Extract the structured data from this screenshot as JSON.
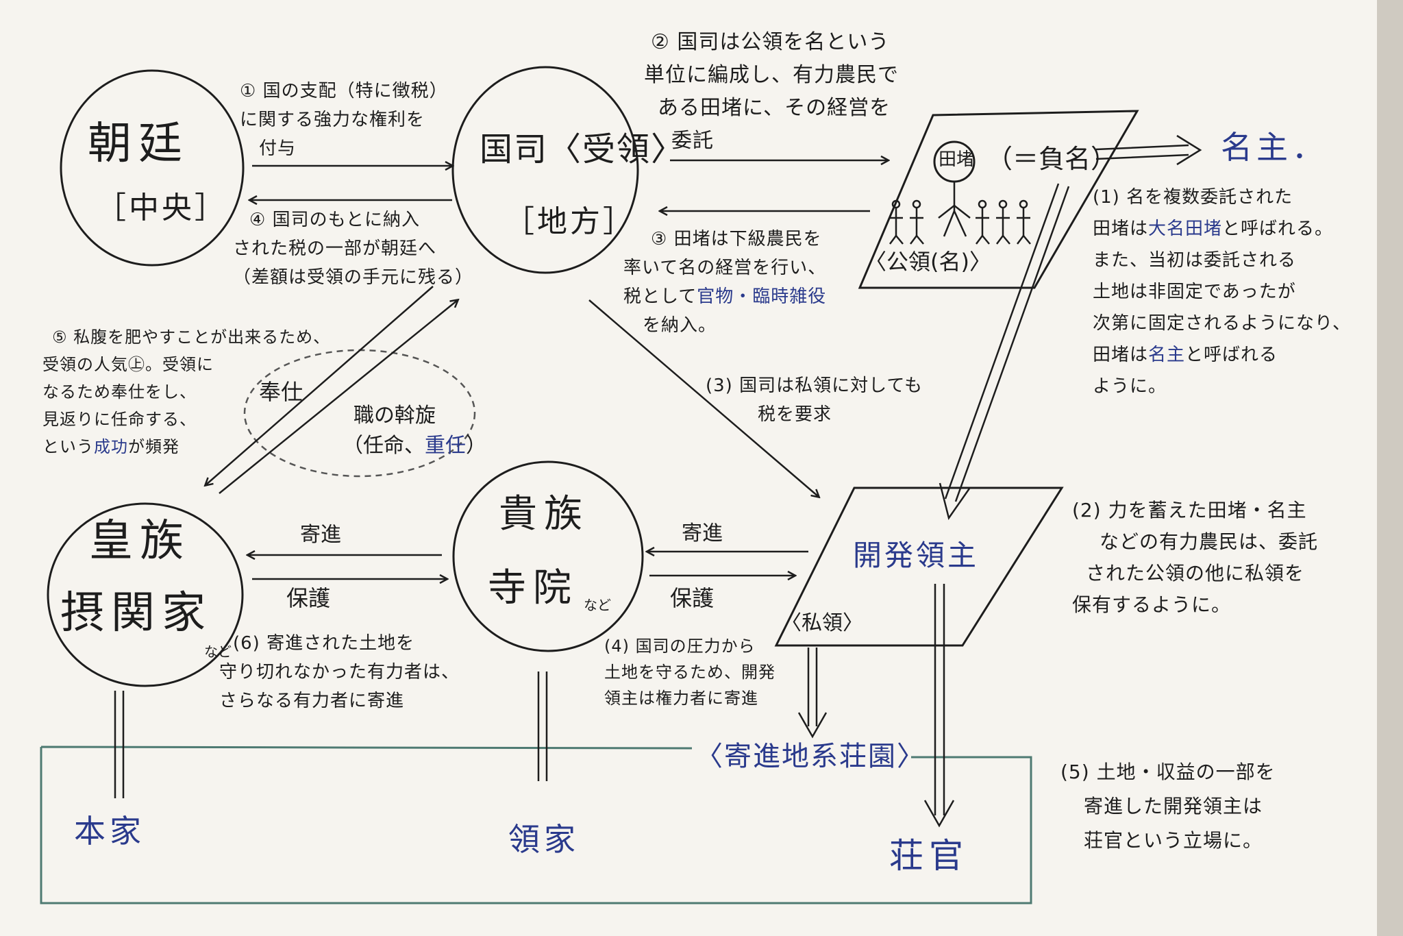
{
  "colors": {
    "ink": "#1d1d1d",
    "blue_ink": "#2a3a8c",
    "box_border": "#4e7a72",
    "paper": "#f6f4ef"
  },
  "nodes": {
    "chotei": {
      "name": "朝廷",
      "sub": "［中央］"
    },
    "kokushi": {
      "name": "国司〈受領〉",
      "sub": "［地方］"
    },
    "tato": {
      "circle": "田堵",
      "label": "（＝負名）",
      "area": "〈公領(名)〉"
    },
    "myoshu": "名主．",
    "koozoku": {
      "line1": "皇族",
      "line2": "摂関家",
      "suffix": "など"
    },
    "kizoku": {
      "line1": "貴族",
      "line2": "寺院",
      "suffix": "など"
    },
    "kaihatsu": {
      "name": "開発領主",
      "area": "〈私領〉"
    },
    "honke": "本家",
    "ryoke": "領家",
    "shokan": "荘官",
    "shoen": "〈寄進地系荘園〉"
  },
  "arrows": {
    "a1": [
      "① 国の支配（特に徴税）",
      "に関する強力な権利を",
      "付与"
    ],
    "a2": [
      "② 国司は公領を名という",
      "単位に編成し、有力農民で",
      "ある田堵に、その経営を",
      "委託"
    ],
    "a3": [
      "③ 田堵は下級農民を",
      "率いて名の経営を行い、",
      "税として官物・臨時雑役",
      "を納入。"
    ],
    "a3_blue": "官物・臨時雑役",
    "a4": [
      "④ 国司のもとに納入",
      "された税の一部が朝廷へ",
      "（差額は受領の手元に残る）"
    ],
    "a5": [
      "⑤ 私腹を肥やすことが出来るため、",
      "受領の人気㊤。受領に",
      "なるため奉仕をし、",
      "見返りに任命する、",
      "という成功が頻発"
    ],
    "a5_blue": "成功",
    "hoshi": "奉仕",
    "shiki": [
      "職の斡旋",
      "（任命、重任）"
    ],
    "shiki_blue": "重任",
    "kishin": "寄進",
    "hogo": "保護",
    "k3": [
      "(3) 国司は私領に対しても",
      "税を要求"
    ],
    "k4": [
      "(4) 国司の圧力から",
      "土地を守るため、開発",
      "領主は権力者に寄進"
    ],
    "k6": [
      "(6) 寄進された土地を",
      "守り切れなかった有力者は、",
      "さらなる有力者に寄進"
    ]
  },
  "side_notes": {
    "n1": [
      "(1) 名を複数委託された",
      "田堵は大名田堵と呼ばれる。",
      "また、当初は委託される",
      "土地は非固定であったが",
      "次第に固定されるようになり、",
      "田堵は名主と呼ばれる",
      "ように。"
    ],
    "n1_blue": [
      "大名田堵",
      "名主"
    ],
    "n2": [
      "(2) 力を蓄えた田堵・名主",
      "などの有力農民は、委託",
      "された公領の他に私領を",
      "保有するように。"
    ],
    "n5": [
      "(5) 土地・収益の一部を",
      "寄進した開発領主は",
      "荘官という立場に。"
    ]
  }
}
